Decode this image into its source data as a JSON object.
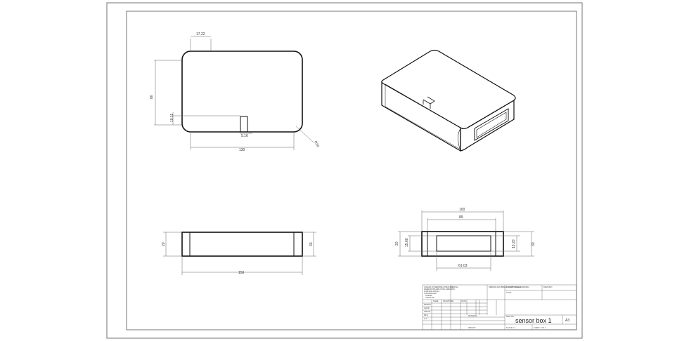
{
  "drawing": {
    "title": "sensor box 1",
    "size": "A3"
  },
  "top_view": {
    "dim_slot_width": "17.22",
    "dim_height": "80",
    "dim_small_height": "10.11",
    "dim_slot_small": "5.16",
    "dim_width": "130",
    "dim_radius": "R10"
  },
  "front_view": {
    "dim_left_height": "20",
    "dim_right_height": "30",
    "dim_width": "150"
  },
  "side_view": {
    "dim_outer": "100",
    "dim_inner": "89",
    "dim_left_height": "20",
    "dim_left_small": "15.60",
    "dim_right_small": "13.20",
    "dim_right_height": "30",
    "dim_bottom": "61.03"
  },
  "title_block": {
    "notes": [
      "UNLESS OTHERWISE SPECIFIED:",
      "DIMENSIONS ARE IN MILLIMETERS",
      "SURFACE FINISH:",
      "TOLERANCES:",
      "LINEAR:",
      "ANGULAR:"
    ],
    "finish_label": "FINISH:",
    "deburr_label": "DEBURR AND BREAK SHARP EDGES",
    "do_not_scale": "DO NOT SCALE DRAWING",
    "revision": "REVISION",
    "name_col": "NAME",
    "signature_col": "SIGNATURE",
    "date_col": "DATE",
    "rows": [
      "DRAWN",
      "CHK'D",
      "APPV'D",
      "MFG",
      "Q.A"
    ],
    "material": "MATERIAL:",
    "weight": "WEIGHT:",
    "title_label": "TITLE:",
    "dwg_no": "DWG NO.",
    "scale": "SCALE:1:1",
    "sheet": "SHEET 1 OF 1"
  }
}
